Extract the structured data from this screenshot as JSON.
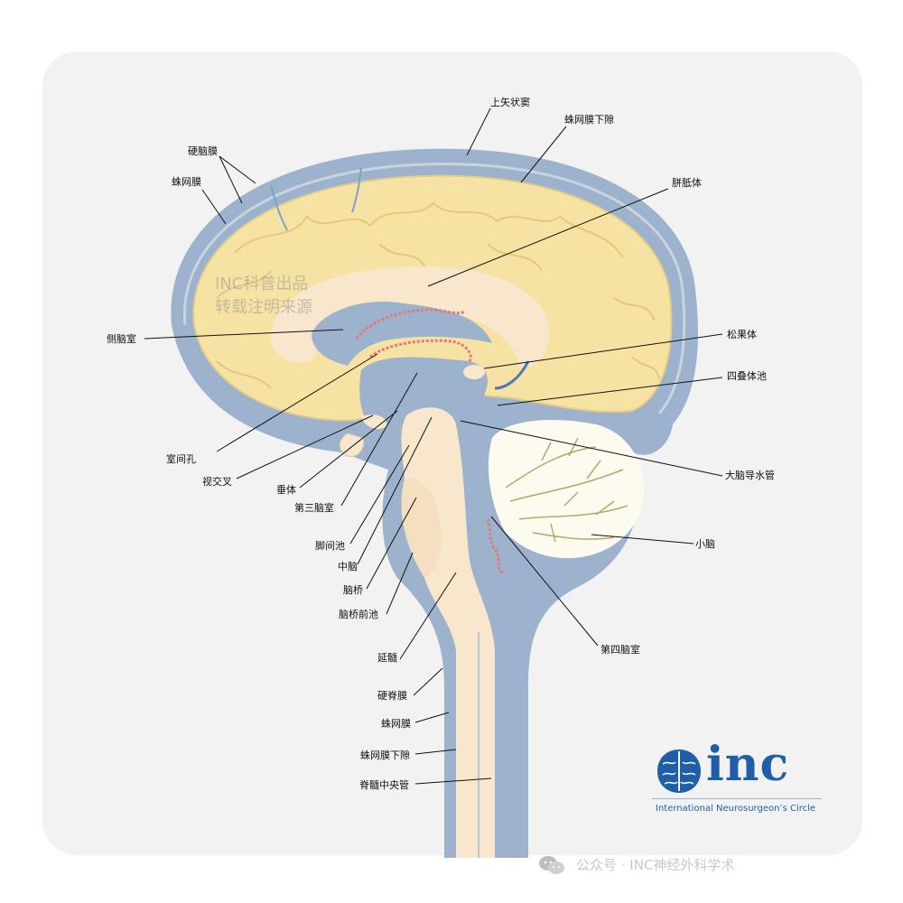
{
  "watermark": {
    "line1": "INC科普出品",
    "line2": "转载注明来源"
  },
  "labels": {
    "superior_sagittal_sinus": "上矢状窦",
    "subarachnoid_space_top": "蛛网膜下隙",
    "dura_mater": "硬脑膜",
    "arachnoid_top": "蛛网膜",
    "corpus_callosum": "胼胝体",
    "lateral_ventricle": "侧脑室",
    "pineal_body": "松果体",
    "quadrigeminal_cistern": "四叠体池",
    "interventricular_foramen": "室间孔",
    "cerebral_aqueduct": "大脑导水管",
    "optic_chiasm": "视交叉",
    "pituitary": "垂体",
    "third_ventricle": "第三脑室",
    "cerebellum": "小脑",
    "interpeduncular_cistern": "脚间池",
    "midbrain": "中脑",
    "pons": "脑桥",
    "prepontine_cistern": "脑桥前池",
    "fourth_ventricle": "第四脑室",
    "medulla": "延髓",
    "spinal_dura": "硬脊膜",
    "arachnoid_bottom": "蛛网膜",
    "subarachnoid_space_bottom": "蛛网膜下隙",
    "central_canal": "脊髓中央管"
  },
  "logo": {
    "text": "inc",
    "subtitle": "International  Neurosurgeon’s  Circle",
    "icon": "brain-icon"
  },
  "wechat": {
    "text": "公众号 · INC神经外科学术",
    "icon": "wechat-icon"
  },
  "colors": {
    "csf": "#9db2cc",
    "brain": "#f6e3a3",
    "white_matter": "#f8e7cd",
    "cerebellum": "#fdfaf0",
    "plexus": "#e07a7a",
    "logo": "#1e5fa8"
  }
}
